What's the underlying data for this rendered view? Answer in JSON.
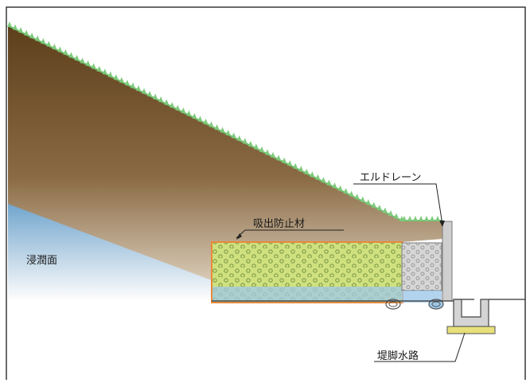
{
  "labels": {
    "seepage_surface": "浸潤面",
    "suction_prevention": "吸出防止材",
    "l_drain": "エルドレーン",
    "toe_channel": "堤脚水路"
  },
  "colors": {
    "soil_top": "#6b4a23",
    "soil_bottom": "#c9b89a",
    "grass": "#7cc97a",
    "water": "#9fc8e8",
    "drain_fill": "#c8dc7a",
    "drain_border": "#e88a3a",
    "gravel": "#cfcfcf",
    "concrete": "#d2d2d2",
    "footing": "#e8e27a",
    "pipe": "#555555"
  }
}
